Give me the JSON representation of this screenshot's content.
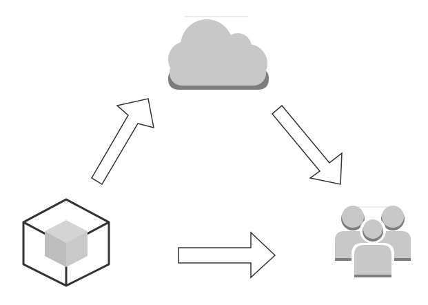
{
  "diagram": {
    "nodes": [
      {
        "id": "cloud",
        "icon": "cloud-icon"
      },
      {
        "id": "package",
        "icon": "cube-icon"
      },
      {
        "id": "users",
        "icon": "users-group-icon"
      }
    ],
    "edges": [
      {
        "from": "package",
        "to": "cloud",
        "icon": "arrow-icon"
      },
      {
        "from": "cloud",
        "to": "users",
        "icon": "arrow-icon"
      },
      {
        "from": "package",
        "to": "users",
        "icon": "arrow-icon"
      }
    ],
    "colors": {
      "icon_fill": "#c8c8c8",
      "icon_shadow": "#7d7d7d",
      "stroke": "#333333",
      "arrow_fill": "#ffffff"
    }
  }
}
